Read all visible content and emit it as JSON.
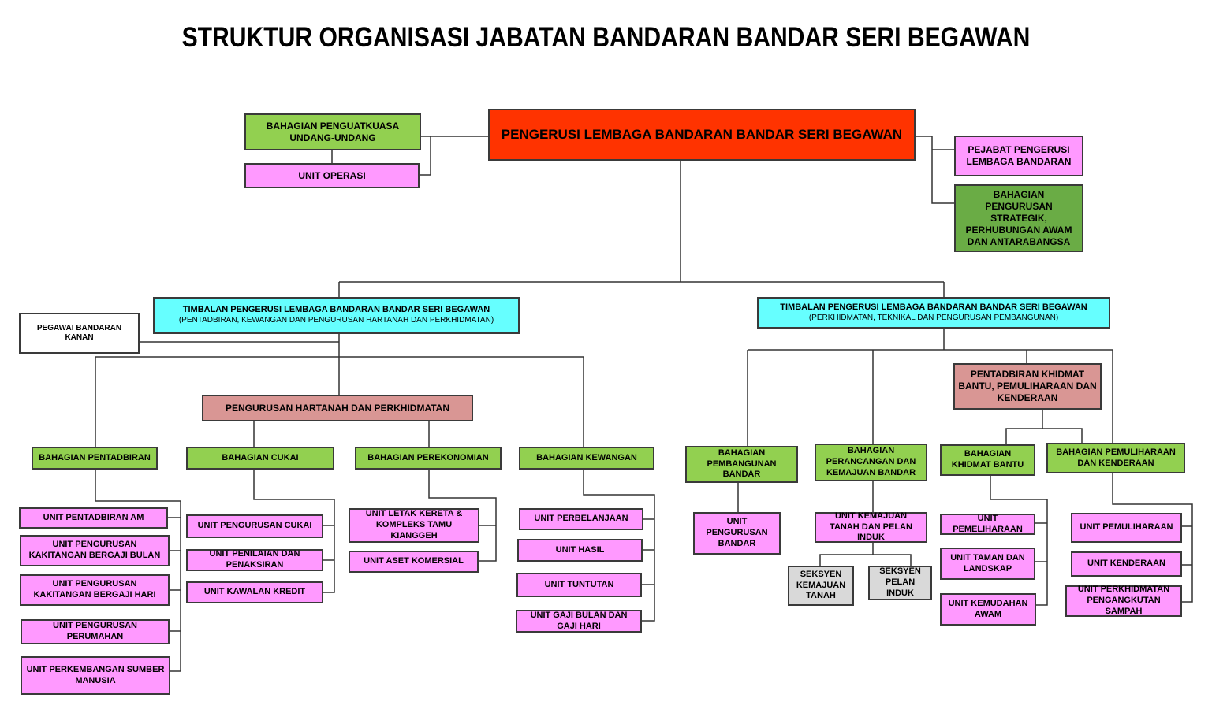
{
  "title": "STRUKTUR ORGANISASI JABATAN BANDARAN BANDAR SERI BEGAWAN",
  "top": {
    "chairman": "PENGERUSI LEMBAGA BANDARAN BANDAR SERI BEGAWAN",
    "enforcement": "BAHAGIAN PENGUATKUASA UNDANG-UNDANG",
    "operations": "UNIT OPERASI",
    "officer": "PEJABAT PENGERUSI LEMBAGA BANDARAN",
    "strategic": "BAHAGIAN PENGURUSAN STRATEGIK, PERHUBUNGAN AWAM DAN ANTARABANGSA"
  },
  "left": {
    "deputy_title": "TIMBALAN PENGERUSI LEMBAGA BANDARAN BANDAR SERI BEGAWAN",
    "deputy_sub": "(PENTADBIRAN, KEWANGAN DAN PENGURUSAN HARTANAH DAN PERKHIDMATAN)",
    "pegawai": "PEGAWAI BANDARAN KANAN",
    "property_mgmt": "PENGURUSAN HARTANAH DAN PERKHIDMATAN",
    "admin": {
      "label": "BAHAGIAN PENTADBIRAN",
      "units": [
        "UNIT PENTADBIRAN AM",
        "UNIT PENGURUSAN KAKITANGAN BERGAJI BULAN",
        "UNIT PENGURUSAN KAKITANGAN BERGAJI HARI",
        "UNIT PENGURUSAN PERUMAHAN",
        "UNIT PERKEMBANGAN SUMBER MANUSIA"
      ]
    },
    "excise": {
      "label": "BAHAGIAN CUKAI",
      "units": [
        "UNIT PENGURUSAN CUKAI",
        "UNIT PENILAIAN DAN PENAKSIRAN",
        "UNIT KAWALAN KREDIT"
      ]
    },
    "economy": {
      "label": "BAHAGIAN PEREKONOMIAN",
      "units": [
        "UNIT LETAK KERETA & KOMPLEKS TAMU KIANGGEH",
        "UNIT ASET KOMERSIAL"
      ]
    },
    "finance": {
      "label": "BAHAGIAN KEWANGAN",
      "units": [
        "UNIT PERBELANJAAN",
        "UNIT HASIL",
        "UNIT TUNTUTAN",
        "UNIT GAJI BULAN DAN GAJI HARI"
      ]
    }
  },
  "right": {
    "deputy_title": "TIMBALAN PENGERUSI LEMBAGA BANDARAN BANDAR SERI BEGAWAN",
    "deputy_sub": "(PERKHIDMATAN, TEKNIKAL DAN PENGURUSAN PEMBANGUNAN)",
    "support_admin": "PENTADBIRAN KHIDMAT BANTU, PEMULIHARAAN DAN KENDERAAN",
    "development": {
      "label": "BAHAGIAN PEMBANGUNAN BANDAR",
      "units": [
        "UNIT PENGURUSAN BANDAR"
      ]
    },
    "planning": {
      "label": "BAHAGIAN PERANCANGAN DAN KEMAJUAN BANDAR",
      "units": [
        "UNIT KEMAJUAN TANAH DAN PELAN INDUK"
      ],
      "sections": [
        "SEKSYEN KEMAJUAN TANAH",
        "SEKSYEN PELAN INDUK"
      ]
    },
    "support": {
      "label": "BAHAGIAN KHIDMAT BANTU",
      "units": [
        "UNIT PEMELIHARAAN",
        "UNIT TAMAN DAN LANDSKAP",
        "UNIT KEMUDAHAN AWAM"
      ]
    },
    "conservation": {
      "label": "BAHAGIAN PEMULIHARAAN DAN KENDERAAN",
      "units": [
        "UNIT PEMULIHARAAN",
        "UNIT KENDERAAN",
        "UNIT PERKHIDMATAN PENGANGKUTAN SAMPAH"
      ]
    }
  }
}
